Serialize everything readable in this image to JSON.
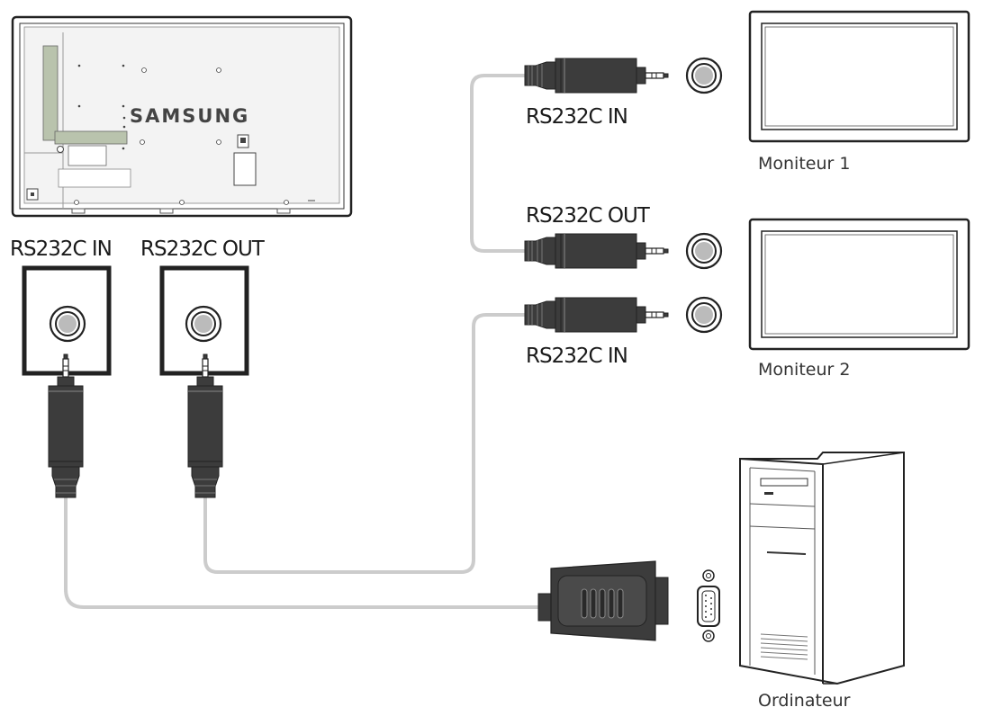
{
  "display": {
    "brand": "SAMSUNG",
    "port_in_label": "RS232C IN",
    "port_out_label": "RS232C OUT"
  },
  "monitor1": {
    "name": "Moniteur 1",
    "port_in_label": "RS232C IN",
    "port_out_label": "RS232C OUT"
  },
  "monitor2": {
    "name": "Moniteur 2",
    "port_in_label": "RS232C IN"
  },
  "computer": {
    "name": "Ordinateur"
  },
  "colors": {
    "outline": "#222222",
    "cable": "#cccccc",
    "connector_dark": "#3c3c3c",
    "panel_highlight": "#b9c3ad",
    "panel_fill": "#f4f4f4"
  }
}
